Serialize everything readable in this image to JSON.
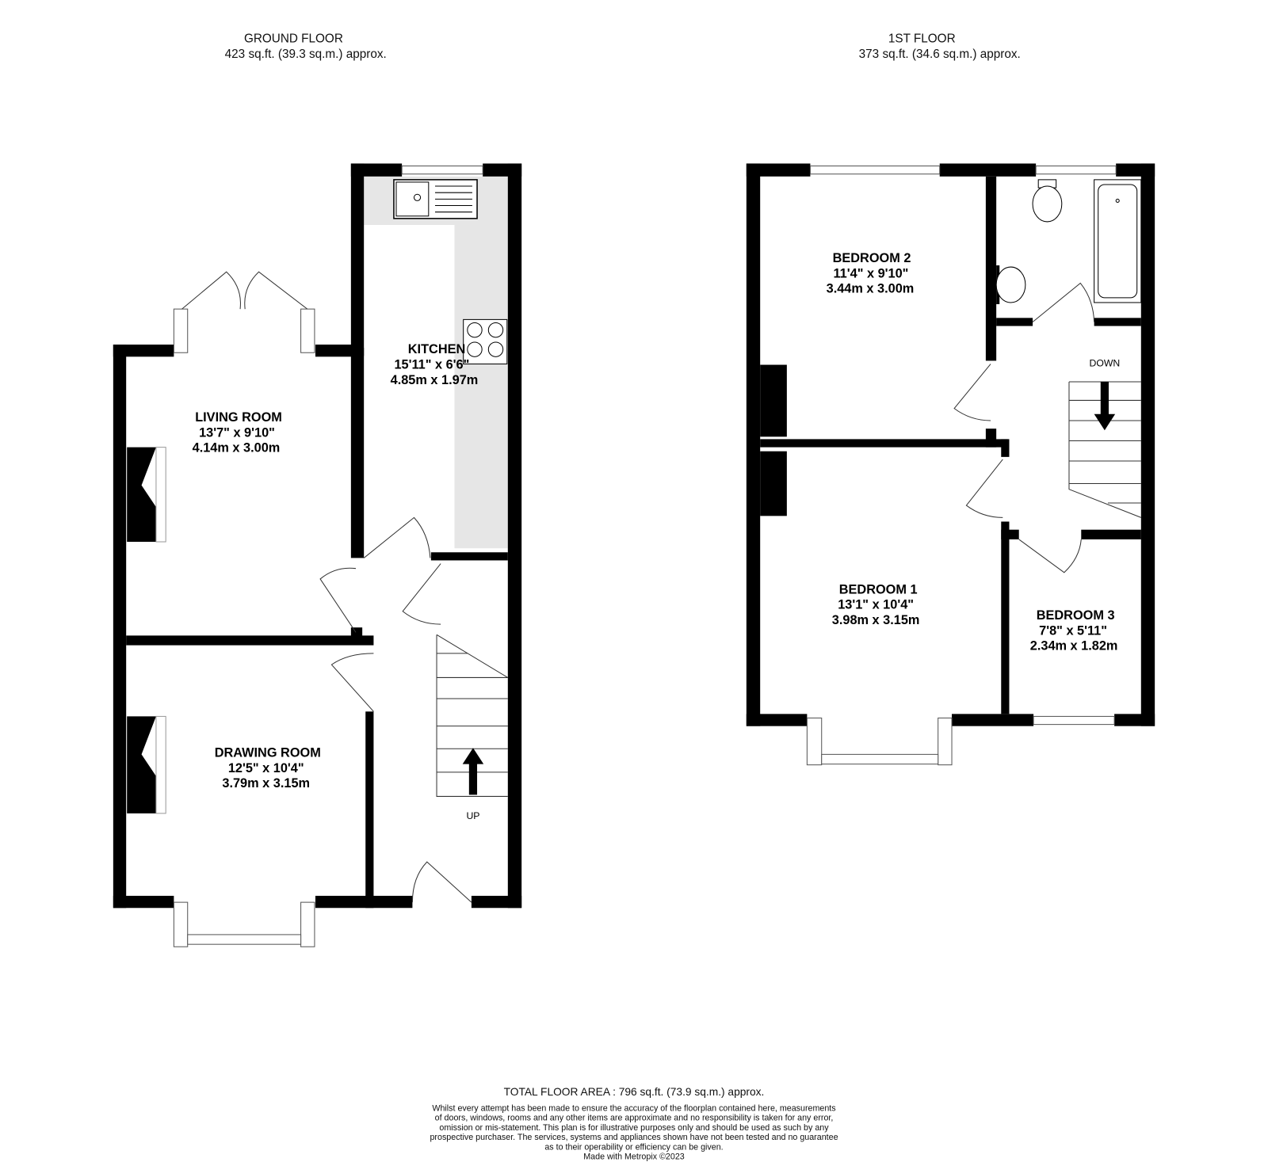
{
  "ground_floor": {
    "title": "GROUND FLOOR",
    "area": "423 sq.ft. (39.3 sq.m.) approx.",
    "rooms": [
      {
        "name": "KITCHEN",
        "imperial": "15'11\"  x 6'6\"",
        "metric": "4.85m  x 1.97m"
      },
      {
        "name": "LIVING ROOM",
        "imperial": "13'7\"  x 9'10\"",
        "metric": "4.14m  x 3.00m"
      },
      {
        "name": "DRAWING ROOM",
        "imperial": "12'5\"  x 10'4\"",
        "metric": "3.79m  x 3.15m"
      }
    ],
    "stairs_label": "UP"
  },
  "first_floor": {
    "title": "1ST FLOOR",
    "area": "373 sq.ft. (34.6 sq.m.) approx.",
    "rooms": [
      {
        "name": "BEDROOM 2",
        "imperial": "11'4\"  x 9'10\"",
        "metric": "3.44m  x 3.00m"
      },
      {
        "name": "BEDROOM 1",
        "imperial": "13'1\"  x 10'4\"",
        "metric": "3.98m  x 3.15m"
      },
      {
        "name": "BEDROOM 3",
        "imperial": "7'8\"  x 5'11\"",
        "metric": "2.34m  x 1.82m"
      }
    ],
    "stairs_label": "DOWN"
  },
  "footer": {
    "total": "TOTAL FLOOR AREA : 796 sq.ft. (73.9 sq.m.) approx.",
    "disclaimer": [
      "Whilst every attempt has been made to ensure the accuracy of the floorplan contained here, measurements",
      "of doors, windows, rooms and any other items are approximate and no responsibility is taken for any error,",
      "omission or mis-statement. This plan is for illustrative purposes only and should be used as such by any",
      "prospective purchaser. The services, systems and appliances shown have not been tested and no guarantee",
      "as to their operability or efficiency can be given."
    ],
    "credit": "Made with Metropix ©2023"
  },
  "colors": {
    "wall": "#000000",
    "counter": "#e6e6e6"
  }
}
